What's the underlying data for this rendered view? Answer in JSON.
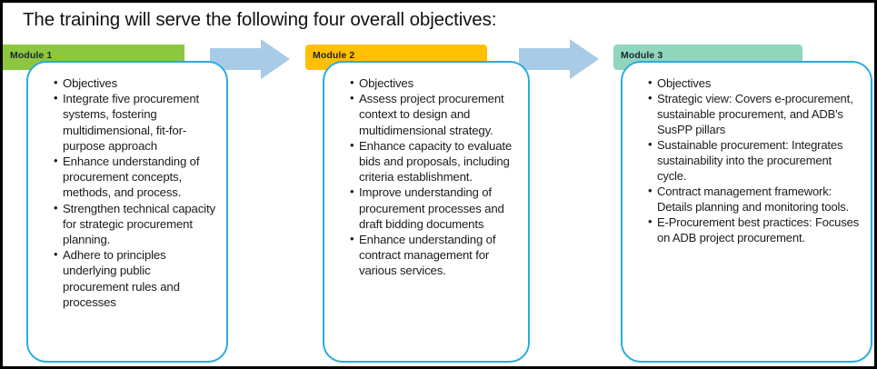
{
  "slide": {
    "title": "The training will serve the following four overall objectives:",
    "border_color": "#000000",
    "background": "#ffffff"
  },
  "arrows": [
    {
      "name": "arrow-module1-to-module2",
      "color": "#A8CBE8"
    },
    {
      "name": "arrow-module2-to-module3",
      "color": "#A8CBE8"
    }
  ],
  "modules": [
    {
      "header_label": "Module 1",
      "header_color": "#8DC63F",
      "card_border_color": "#29ABE2",
      "items": [
        "Objectives",
        "Integrate five procurement systems, fostering multidimensional, fit-for-purpose approach",
        "Enhance understanding of procurement concepts, methods, and process.",
        "Strengthen technical capacity for strategic procurement planning.",
        "Adhere to principles underlying public procurement rules and processes"
      ]
    },
    {
      "header_label": "Module 2",
      "header_color": "#FFC000",
      "card_border_color": "#29ABE2",
      "items": [
        "Objectives",
        "Assess project procurement context to design and multidimensional strategy.",
        "Enhance capacity to evaluate bids and proposals, including criteria establishment.",
        "Improve understanding of procurement processes and draft bidding documents",
        "Enhance understanding of contract management for various services."
      ]
    },
    {
      "header_label": "Module 3",
      "header_color": "#8FD6BD",
      "card_border_color": "#29ABE2",
      "items": [
        "Objectives",
        "Strategic view: Covers e-procurement, sustainable procurement, and ADB's SusPP pillars",
        "Sustainable procurement: Integrates sustainability into the procurement cycle.",
        "Contract management framework: Details planning and monitoring tools.",
        "E-Procurement best practices: Focuses on ADB project procurement."
      ]
    }
  ]
}
